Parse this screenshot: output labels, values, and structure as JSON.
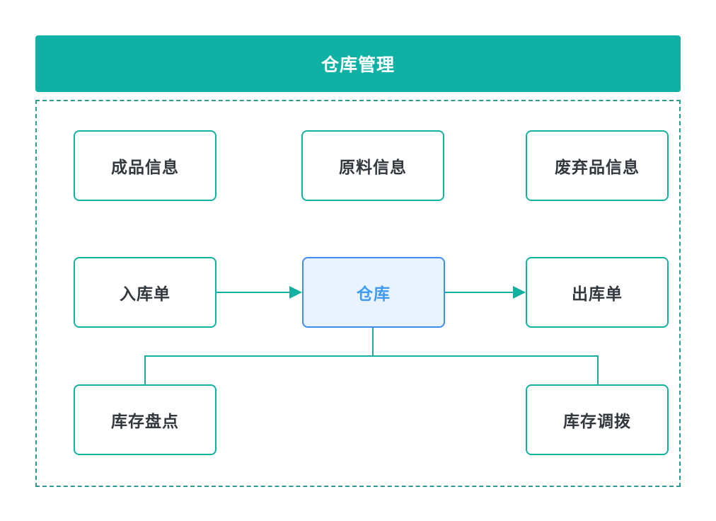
{
  "header": {
    "title": "仓库管理"
  },
  "diagram": {
    "nodes": {
      "finished_goods": {
        "label": "成品信息"
      },
      "raw_materials": {
        "label": "原料信息"
      },
      "waste_goods": {
        "label": "废弃品信息"
      },
      "inbound_order": {
        "label": "入库单"
      },
      "warehouse": {
        "label": "仓库"
      },
      "outbound_order": {
        "label": "出库单"
      },
      "stock_count": {
        "label": "库存盘点"
      },
      "stock_transfer": {
        "label": "库存调拨"
      }
    },
    "edges": [
      {
        "from": "inbound_order",
        "to": "warehouse",
        "type": "arrow"
      },
      {
        "from": "warehouse",
        "to": "outbound_order",
        "type": "arrow"
      },
      {
        "from": "warehouse",
        "to": "stock_count",
        "type": "elbow"
      },
      {
        "from": "warehouse",
        "to": "stock_transfer",
        "type": "elbow"
      }
    ]
  },
  "colors": {
    "banner_bg": "#0eb1a4",
    "banner_text": "#ffffff",
    "node_border": "#12b2a2",
    "node_text": "#33383f",
    "connector": "#12b0a0",
    "group_dash_border": "#2d9b93",
    "warehouse_border": "#3d8cee",
    "warehouse_bg": "#e9f3fe",
    "warehouse_text": "#3e9bf4"
  }
}
